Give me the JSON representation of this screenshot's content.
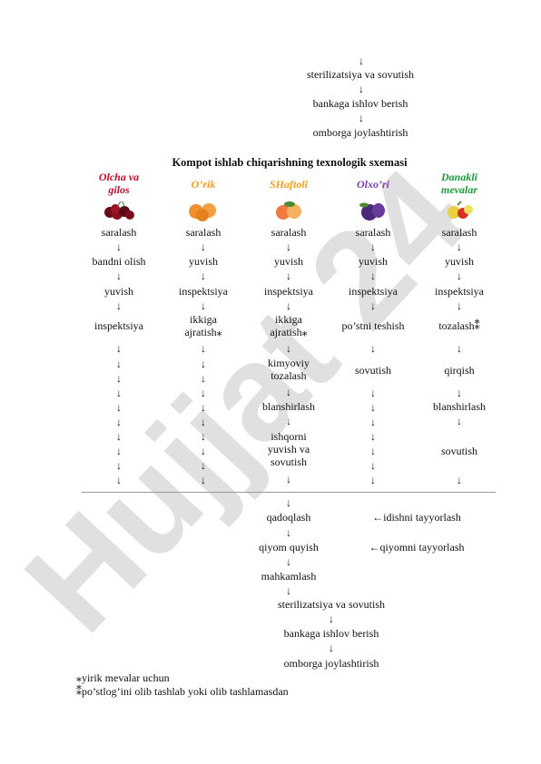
{
  "top": {
    "a0": "↓",
    "s1": "sterilizatsiya va sovutish",
    "a1": "↓",
    "s2": "bankaga ishlov berish",
    "a2": "↓",
    "s3": "omborga joylashtirish"
  },
  "title": "Kompot ishlab chiqarishning texnologik sxemasi",
  "columns": [
    {
      "name_line1": "Olcha va",
      "name_line2": "gilos",
      "color": "#b8102a"
    },
    {
      "name_line1": "O’rik",
      "name_line2": "",
      "color": "#f0a020"
    },
    {
      "name_line1": "SHaftoli",
      "name_line2": "",
      "color": "#f0a020"
    },
    {
      "name_line1": "Olxo’ri",
      "name_line2": "",
      "color": "#7a3fb0"
    },
    {
      "name_line1": "Danakli",
      "name_line2": "mevalar",
      "color": "#1a9a3a"
    }
  ],
  "col1": {
    "s1": "saralash",
    "s2": "bandni olish",
    "s3": "yuvish",
    "s4": "inspektsiya"
  },
  "col2": {
    "s1": "saralash",
    "s2": "yuvish",
    "s3": "inspektsiya",
    "s4a": "ikkiga",
    "s4b": "ajratish⁎"
  },
  "col3": {
    "s1": "saralash",
    "s2": "yuvish",
    "s3": "inspektsiya",
    "s4a": "ikkiga",
    "s4b": "ajratish⁎",
    "s5a": "kimyoviy",
    "s5b": "tozalash",
    "s6": "blanshirlash",
    "s7a": "ishqorni",
    "s7b": "yuvish va",
    "s7c": "sovutish"
  },
  "col4": {
    "s1": "saralash",
    "s2": "yuvish",
    "s3": "inspektsiya",
    "s4": "po’stni teshish",
    "s5": "sovutish"
  },
  "col5": {
    "s1": "saralash",
    "s2": "yuvish",
    "s3": "inspektsiya",
    "s4": "tozalash⁑",
    "s5": "qirqish",
    "s6": "blanshirlash",
    "s7": "sovutish"
  },
  "arrow": "↓",
  "bottom": {
    "qadoqlash": "qadoqlash",
    "idish": "←idishni tayyorlash",
    "qiyom": "qiyom quyish",
    "qiyom_t": "←qiyomni tayyorlash",
    "mahkamlash": "mahkamlash",
    "steril": "sterilizatsiya va sovutish",
    "banka": "bankaga ishlov berish",
    "ombor": "omborga joylashtirish"
  },
  "footnotes": {
    "f1": "⁎yirik mevalar uchun",
    "f2": "⁑po’stlog’ini olib tashlab yoki olib tashlamasdan"
  },
  "watermark": "Hujjat 24"
}
